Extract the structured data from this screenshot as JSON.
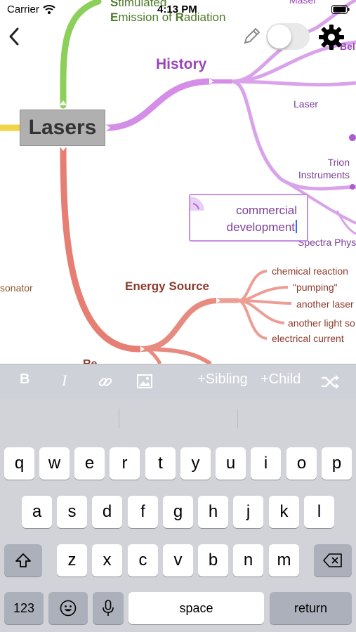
{
  "status_bar": {
    "carrier": "Carrier",
    "time": "4:13 PM"
  },
  "nav": {
    "back_icon": "chevron-left-icon",
    "edit_icon": "pencil-icon",
    "toggle_state": "off",
    "settings_icon": "gear-icon"
  },
  "mindmap": {
    "central_node": "Lasers",
    "top_label": {
      "line1_first": "S",
      "line1_rest": "timulated",
      "line2_e": "E",
      "line2_a": "mission of ",
      "line2_r": "R",
      "line2_b": "adiation"
    },
    "history": {
      "label": "History",
      "children": [
        "Maser",
        "Bel",
        "Laser",
        "Trion Instruments",
        "Spectra Phys"
      ]
    },
    "energy_source": {
      "label": "Energy Source",
      "children": [
        "chemical reaction",
        "\"pumping\"",
        "another laser",
        "another light so",
        "electrical current"
      ]
    },
    "left_partial": "sonator",
    "editing": {
      "line1": "commercial",
      "line2": "development"
    }
  },
  "toolbar": {
    "bold_label": "B",
    "italic_label": "I",
    "link_icon": "link-icon",
    "image_icon": "image-icon",
    "sibling_label": "+Sibling",
    "child_label": "+Child",
    "shuffle_icon": "shuffle-icon"
  },
  "keyboard": {
    "row1": [
      "q",
      "w",
      "e",
      "r",
      "t",
      "y",
      "u",
      "i",
      "o",
      "p"
    ],
    "row2": [
      "a",
      "s",
      "d",
      "f",
      "g",
      "h",
      "j",
      "k",
      "l"
    ],
    "row3": [
      "z",
      "x",
      "c",
      "v",
      "b",
      "n",
      "m"
    ],
    "numbers_label": "123",
    "space_label": "space",
    "return_label": "return"
  },
  "colors": {
    "history_branch": "#d58ee8",
    "energy_branch": "#e67e73",
    "top_branch": "#8ccf5a",
    "central_node": "#b0b0b0",
    "text_purple": "#7b3f98",
    "text_brown": "#8b3a2b",
    "text_green": "#4e7a2a"
  }
}
